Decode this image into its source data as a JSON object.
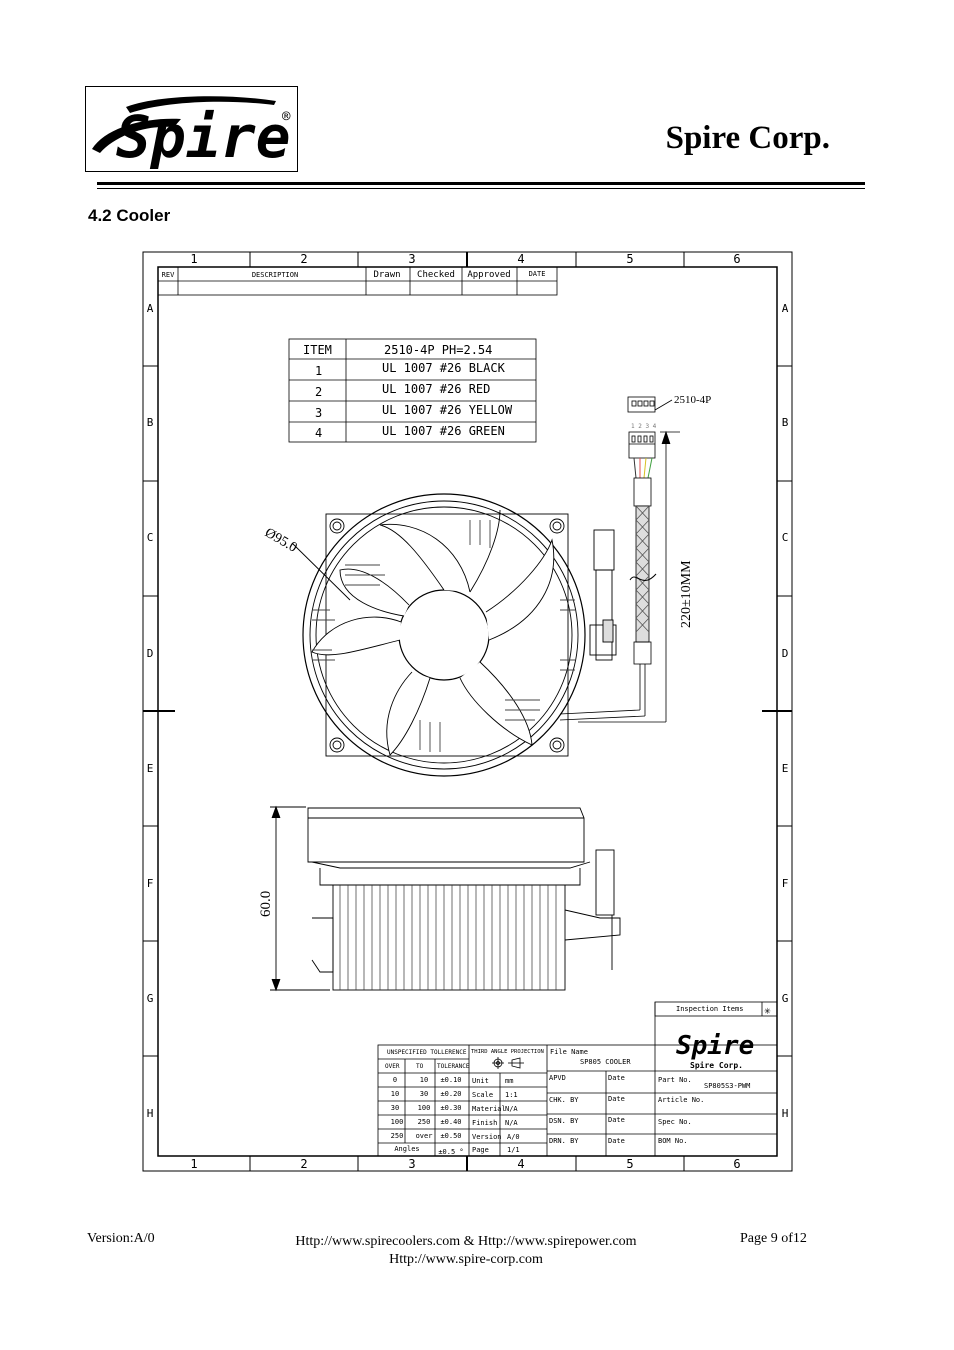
{
  "header": {
    "logo_text": "Spire",
    "logo_reg": "®",
    "company": "Spire Corp."
  },
  "section_title": "4.2 Cooler",
  "drawing": {
    "col_labels": [
      "1",
      "2",
      "3",
      "4",
      "5",
      "6"
    ],
    "row_labels": [
      "A",
      "B",
      "C",
      "D",
      "E",
      "F",
      "G",
      "H"
    ],
    "rev_table": {
      "rev": "REV",
      "description": "DESCRIPTION",
      "drawn": "Drawn",
      "checked": "Checked",
      "approved": "Approved",
      "date": "DATE"
    },
    "pin_table": {
      "header_item": "ITEM",
      "header_spec": "2510-4P PH=2.54",
      "rows": [
        {
          "item": "1",
          "spec": "UL 1007 #26 BLACK"
        },
        {
          "item": "2",
          "spec": "UL 1007 #26 RED"
        },
        {
          "item": "3",
          "spec": "UL 1007 #26 YELLOW"
        },
        {
          "item": "4",
          "spec": "UL 1007 #26 GREEN"
        }
      ]
    },
    "connector_label": "2510-4P",
    "connector_pins": "1 2 3 4",
    "diameter_label": "Ø95.0",
    "cable_length": "220±10MM",
    "height_label": "60.0",
    "tolerance": {
      "title": "UNSPECIFIED   TOLLERENCE",
      "headers": [
        "OVER",
        "TO",
        "TOLERANCE"
      ],
      "rows": [
        [
          "0",
          "10",
          "±0.10"
        ],
        [
          "10",
          "30",
          "±0.20"
        ],
        [
          "30",
          "100",
          "±0.30"
        ],
        [
          "100",
          "250",
          "±0.40"
        ],
        [
          "250",
          "over",
          "±0.50"
        ]
      ],
      "angles_label": "Angles",
      "angles_value": "±0.5 °"
    },
    "projection_label": "THIRD ANGLE PROJECTION",
    "props": [
      [
        "Unit",
        "mm"
      ],
      [
        "Scale",
        "1:1"
      ],
      [
        "Material",
        "N/A"
      ],
      [
        "Finish",
        "N/A"
      ],
      [
        "Version",
        "A/0"
      ],
      [
        "Page",
        "1/1"
      ]
    ],
    "file_name_label": "File Name",
    "file_name": "SP805 COOLER",
    "approvals": [
      [
        "APVD",
        "Date"
      ],
      [
        "CHK. BY",
        "Date"
      ],
      [
        "DSN. BY",
        "Date"
      ],
      [
        "DRN. BY",
        "Date"
      ]
    ],
    "inspection_label": "Inspection  Items",
    "inspection_mark": "✳",
    "title_logo": "Spire",
    "title_corp": "Spire  Corp.",
    "part_no_label": "Part No.",
    "part_no": "SP805S3-PWM",
    "article_label": "Article No.",
    "spec_label": "Spec No.",
    "bom_label": "BOM No."
  },
  "footer": {
    "version": "Version:A/0",
    "links_line1": "Http://www.spirecoolers.com    &    Http://www.spirepower.com",
    "links_line2": "Http://www.spire-corp.com",
    "page": "Page 9 of12"
  }
}
